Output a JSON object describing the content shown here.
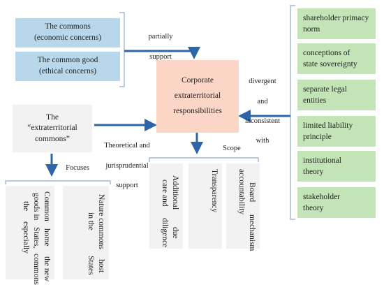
{
  "colors": {
    "arrow": "#2e64a8",
    "bracket": "#8fa9d0",
    "blue_box": "#b9d7ea",
    "peach_box": "#fbd5c5",
    "grey_box": "#f2f2f2",
    "green_box": "#c3e4b6"
  },
  "left_top": {
    "commons": [
      "The commons",
      "(economic concerns)"
    ],
    "common_good": [
      "The common good",
      "(ethical concerns)"
    ]
  },
  "center": {
    "label": [
      "Corporate",
      "extraterritorial",
      "responsibilities"
    ]
  },
  "extra_commons": [
    "The",
    "“extraterritorial",
    "commons”"
  ],
  "labels": {
    "partially_support": [
      "partially",
      "support"
    ],
    "divergent": [
      "divergent",
      "and",
      "inconsistent",
      "with"
    ],
    "theoretical": [
      "Theoretical and",
      "jurisprudential",
      "support"
    ],
    "scope": "Scope",
    "focuses": "Focuses"
  },
  "right_items": [
    [
      "shareholder primacy",
      "norm"
    ],
    [
      "conceptions of",
      "state sovereignty"
    ],
    [
      "separate legal",
      "entities"
    ],
    [
      "limited liability",
      "principle"
    ],
    [
      "institutional",
      "theory"
    ],
    [
      "stakeholder",
      "theory"
    ]
  ],
  "scope_items": [
    [
      "Additional care and",
      "due diligence"
    ],
    [
      "Transparency"
    ],
    [
      "Board accountability",
      "mechanism"
    ]
  ],
  "focus_items": [
    [
      "Common goods in the",
      "home States, especially",
      "the new commons"
    ],
    [
      "Nature commons in the",
      "host States"
    ]
  ]
}
